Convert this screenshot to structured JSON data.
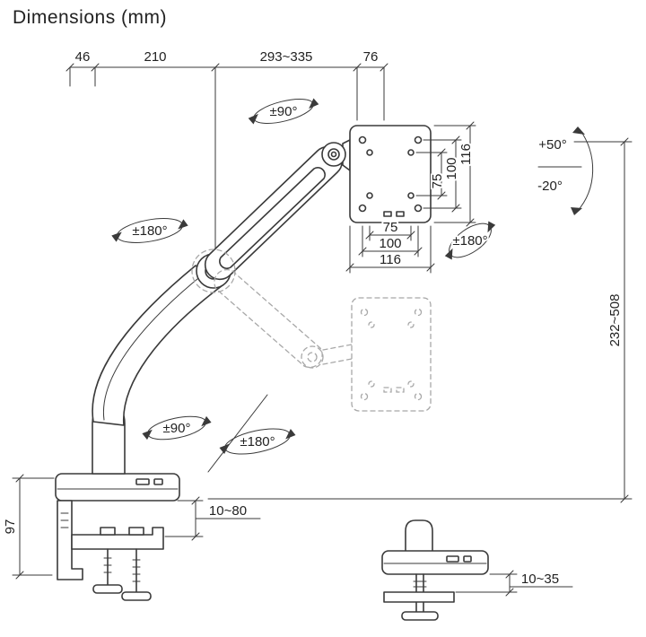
{
  "title": "Dimensions (mm)",
  "dimensions": {
    "top": [
      "46",
      "210",
      "293~335",
      "76"
    ],
    "height_range": "232~508",
    "clamp_height": "97",
    "clamp_range": "10~80",
    "grommet_range": "10~35",
    "vesa_vertical": [
      "116",
      "100",
      "75"
    ],
    "vesa_horizontal": [
      "75",
      "100",
      "116"
    ]
  },
  "angles": {
    "tilt_up": "+50°",
    "tilt_down": "-20°",
    "head_swivel": "±90°",
    "shoulder_rotation": "±180°",
    "base_rotation": "±90°",
    "arm_rotation": "±180°",
    "vesa_rotation": "±180°"
  },
  "colors": {
    "line": "#3a3a3a",
    "ghost": "#a8a8a8",
    "text": "#222222"
  }
}
